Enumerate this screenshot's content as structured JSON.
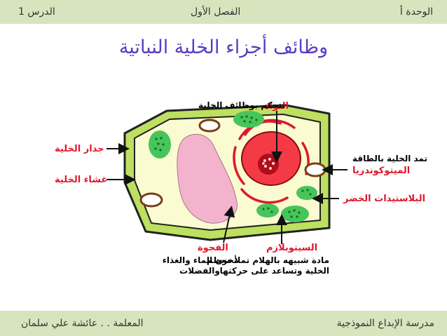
{
  "header": {
    "unit": "الوحدة أ",
    "chapter": "الفصل الأول",
    "lesson": "الدرس 1"
  },
  "title": "وظائف أجزاء الخلية النباتية",
  "labels": {
    "nucleus": "النواة",
    "nucleus_function": "تتحكم بوظائف الخلية",
    "cell_wall": "جدار الخلية",
    "cell_membrane": "غشاء الخلية",
    "mitochondria": "الميتوكوندريا",
    "mitochondria_function": "تمد الخلية بالطاقة",
    "chloroplasts": "البلاستيدات الخضر",
    "cytoplasm": "السيتوبلازم",
    "cytoplasm_function_line1": "مادة شبيهه بالهلام تملأ معظم",
    "cytoplasm_function_line2": "الخلية وتساعد على حركتها",
    "vacuole": "الفجوة",
    "vacuole_function_line1": "تخزن الماء والغذاء",
    "vacuole_function_line2": "والفضلات"
  },
  "footer": {
    "school": "مدرسة الإبداع النموذجية",
    "teacher": "المعلمة . . عائشة علي سلمان"
  }
}
